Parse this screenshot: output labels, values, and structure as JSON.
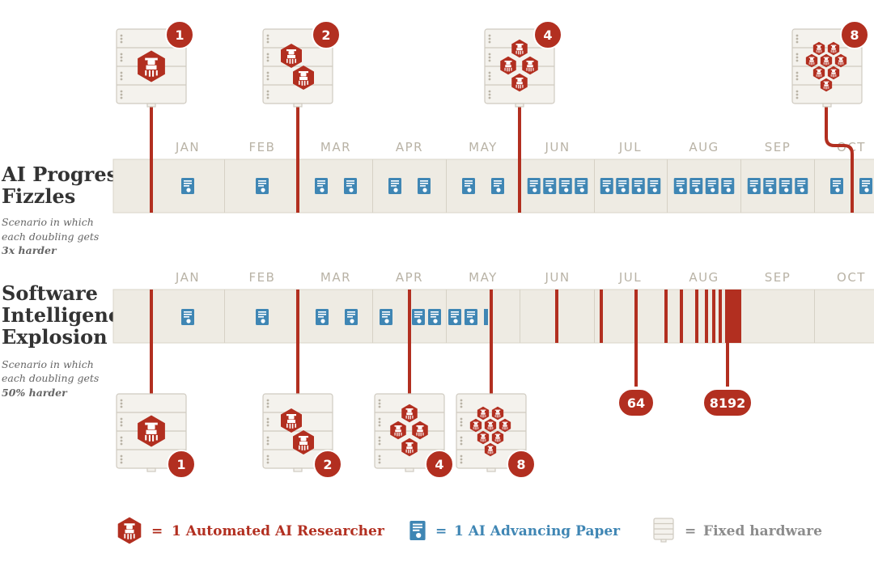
{
  "months": [
    "JAN",
    "FEB",
    "MAR",
    "APR",
    "MAY",
    "JUN",
    "JUL",
    "AUG",
    "SEP",
    "OCT"
  ],
  "row1": {
    "title_lines": [
      "AI Progress",
      "Fizzles"
    ],
    "subtitle_lines": [
      "Scenario in which",
      "each doubling gets"
    ],
    "subtitle_bold": "3x harder",
    "papers_per_month": [
      1,
      1,
      2,
      2,
      2,
      4,
      4,
      4,
      4,
      2
    ],
    "researcher_counts": [
      "1",
      "2",
      "4",
      "8"
    ]
  },
  "row2": {
    "title_lines": [
      "Software",
      "Intelligence",
      "Explosion"
    ],
    "subtitle_lines": [
      "Scenario in which",
      "each doubling gets"
    ],
    "subtitle_bold": "50% harder",
    "researcher_counts": [
      "1",
      "2",
      "4",
      "8"
    ],
    "pill_labels": [
      "64",
      "8192"
    ]
  },
  "legend": {
    "researcher_label": "1 Automated AI Researcher",
    "paper_label": "1 AI Advancing Paper",
    "hardware_label": "Fixed hardware",
    "equals": "=",
    "colors": {
      "researcher": "#b22f20",
      "paper": "#3f86b4",
      "hardware": "#8c8c8c"
    }
  }
}
